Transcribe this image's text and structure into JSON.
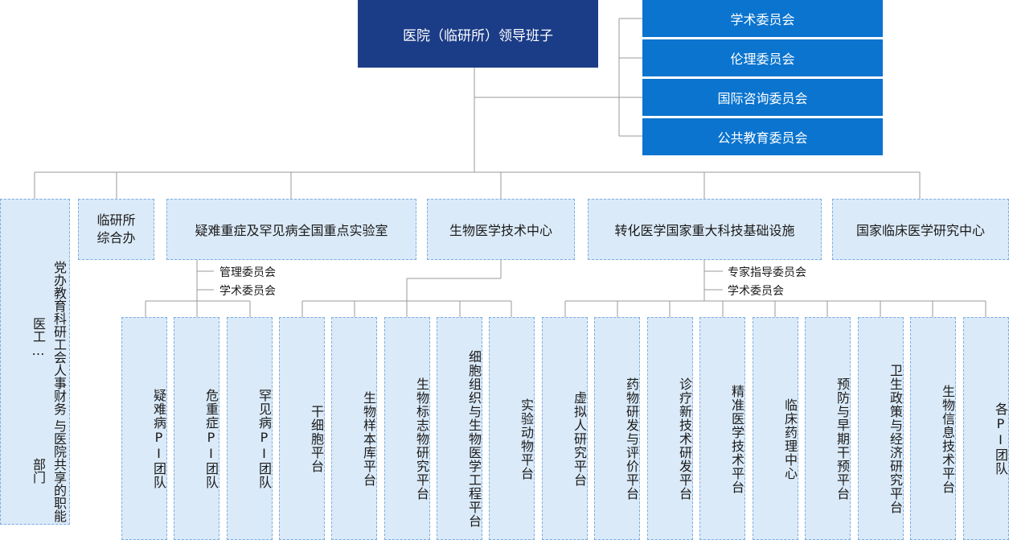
{
  "leadership": "医院（临研所）领导班子",
  "committees": [
    "学术委员会",
    "伦理委员会",
    "国际咨询委员会",
    "公共教育委员会"
  ],
  "side_dept": {
    "col1": "党办教育科研工会人事财务医工…",
    "col2": "与医院共享的职能部门"
  },
  "level2": [
    "临研所综合办",
    "疑难重症及罕见病全国重点实验室",
    "生物医学技术中心",
    "转化医学国家重大科技基础设施",
    "国家临床医学研究中心"
  ],
  "lab_committees": [
    "管理委员会",
    "学术委员会"
  ],
  "translational_committees": [
    "专家指导委员会",
    "学术委员会"
  ],
  "teams": [
    "疑难病PI团队",
    "危重症PI团队",
    "罕见病PI团队"
  ],
  "biotech_platforms": [
    "干细胞平台",
    "生物样本库平台",
    "生物标志物研究平台",
    "细胞组织与生物医学工程平台",
    "实验动物平台"
  ],
  "translational_platforms": [
    "虚拟人研究平台",
    "药物研发与评价平台",
    "诊疗新技术研发平台",
    "精准医学技术平台",
    "临床药理中心",
    "预防与早期干预平台",
    "卫生政策与经济研究平台",
    "生物信息技术平台",
    "各PI团队"
  ],
  "colors": {
    "leadership": "#1b3c87",
    "committee": "#0a74cf",
    "box": "#dbeaf8",
    "line": "#9a9a9a"
  }
}
